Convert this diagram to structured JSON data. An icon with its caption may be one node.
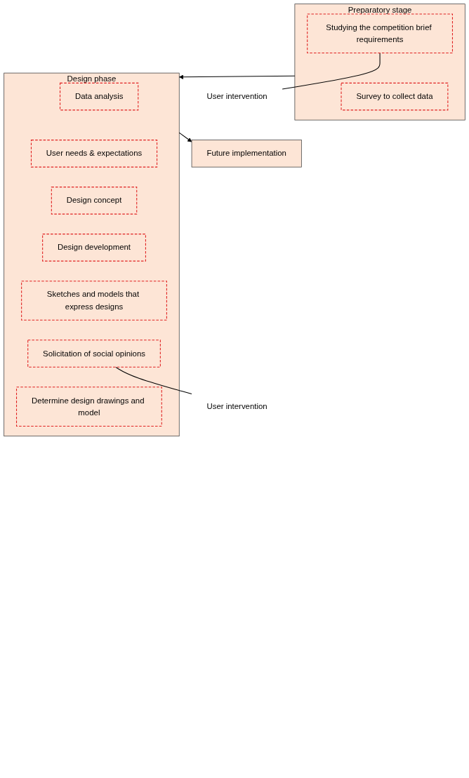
{
  "diagram": {
    "nodes": [
      {
        "text": [
          "Preparatory stage"
        ]
      },
      {
        "text": [
          "Studying the competition brief requirements"
        ],
        "in": 0
      },
      {
        "text": [
          "Survey to collect data"
        ],
        "in": 0
      },
      {
        "text": [
          "User intervention"
        ]
      },
      {
        "text": [
          "Design phase"
        ]
      },
      {
        "text": [
          "Data analysis"
        ],
        "in": 4
      },
      {
        "text": [
          "User needs & expectations"
        ],
        "in": 4
      },
      {
        "text": [
          "Design concept"
        ],
        "in": 4
      },
      {
        "text": [
          "Design development"
        ],
        "in": 4
      },
      {
        "text": [
          "Sketches and models that express designs"
        ],
        "in": 4
      },
      {
        "text": [
          "Solicitation of social opinions"
        ],
        "in": 4
      },
      {
        "text": [
          "Determine design drawings and model"
        ],
        "in": 4
      },
      {
        "text": [
          "User intervention"
        ]
      },
      {
        "text": [
          "Future implementation"
        ]
      }
    ],
    "edges": [
      {
        "from": 1,
        "to": 3,
        "arrow": "none"
      },
      {
        "from": 0,
        "to": 4,
        "arrow": "to"
      },
      {
        "from": 10,
        "to": 12,
        "arrow": "none"
      },
      {
        "from": 4,
        "to": 13,
        "arrow": "to"
      }
    ]
  }
}
